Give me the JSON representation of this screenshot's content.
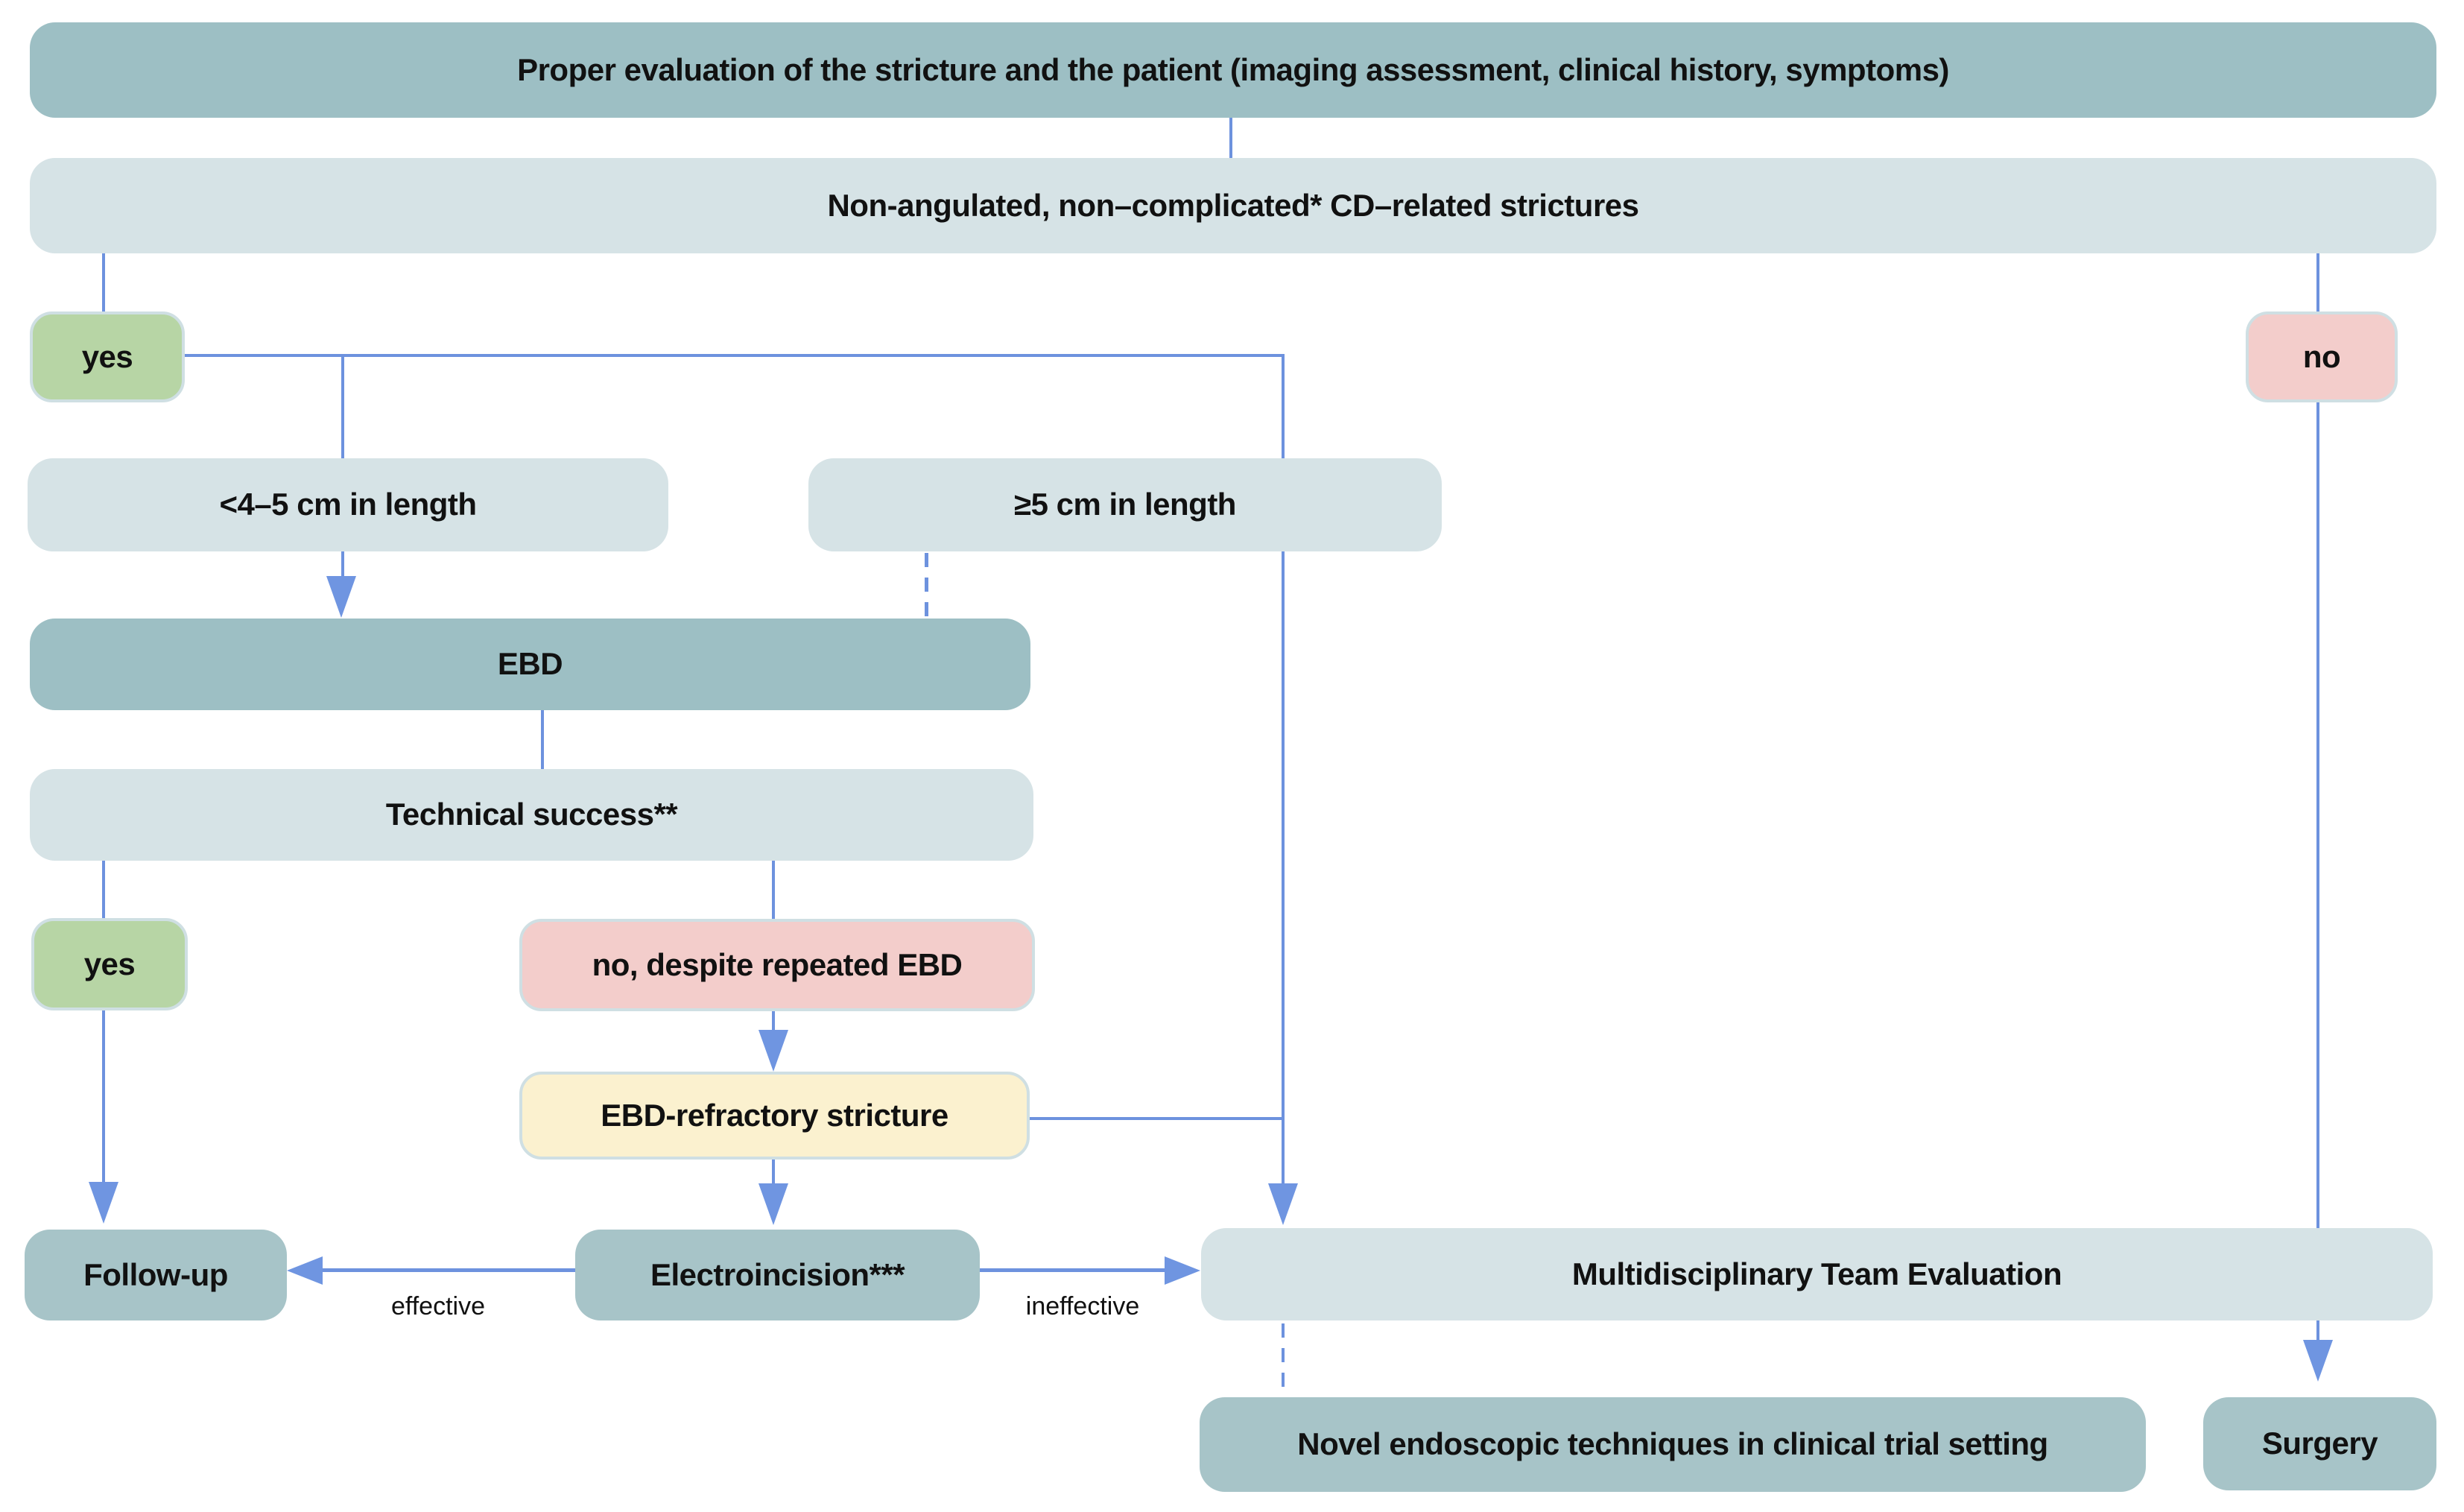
{
  "colors": {
    "teal": "#9dbfc4",
    "teal_light": "#a7c4c8",
    "light": "#d6e3e6",
    "green": "#b7d5a5",
    "pink": "#f3cdcb",
    "yellow": "#fbf1cf",
    "line": "#6d92de",
    "arrow": "#6f95e1",
    "border": "#cfdfe3",
    "text": "#111111"
  },
  "nodes": {
    "evaluation": {
      "label": "Proper evaluation of the stricture and the patient (imaging assessment, clinical history, symptoms)"
    },
    "strictures": {
      "label": "Non-angulated, non–complicated* CD–related strictures"
    },
    "yes_top": {
      "label": "yes"
    },
    "no_top": {
      "label": "no"
    },
    "short_stricture": {
      "label": "<4–5 cm in length"
    },
    "long_stricture": {
      "label": "≥5 cm in length"
    },
    "ebd": {
      "label": "EBD"
    },
    "technical_success": {
      "label": "Technical success**"
    },
    "yes_success": {
      "label": "yes"
    },
    "no_success": {
      "label": "no, despite repeated EBD"
    },
    "refractory": {
      "label": "EBD-refractory stricture"
    },
    "follow_up": {
      "label": "Follow-up"
    },
    "electroincision": {
      "label": "Electroincision***"
    },
    "mdt": {
      "label": "Multidisciplinary Team Evaluation"
    },
    "novel": {
      "label": "Novel endoscopic techniques in clinical trial setting"
    },
    "surgery": {
      "label": "Surgery"
    }
  },
  "edge_labels": {
    "effective": "effective",
    "ineffective": "ineffective"
  }
}
